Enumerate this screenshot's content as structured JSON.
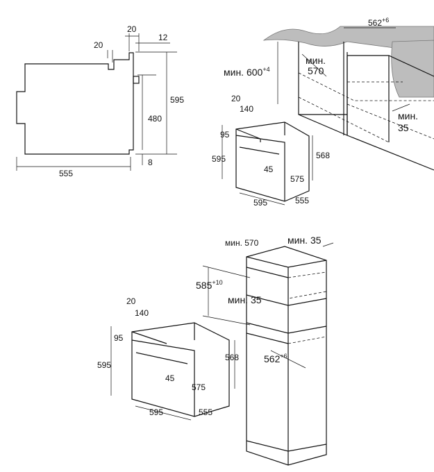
{
  "side_view": {
    "top_gap_left": "20",
    "top_gap_right": "20",
    "top_panel": "12",
    "height_total": "595",
    "height_inner": "480",
    "bottom_gap": "8",
    "depth": "555"
  },
  "under_counter": {
    "niche_width": "562",
    "niche_width_tol": "+6",
    "niche_height_label": "мин. 600",
    "niche_height_tol": "+4",
    "niche_depth_label": "мин.",
    "niche_depth": "570",
    "vent_label": "мин.",
    "vent": "35",
    "oven": {
      "d20": "20",
      "d140": "140",
      "d95": "95",
      "h595": "595",
      "d45": "45",
      "d568": "568",
      "d575": "575",
      "w595": "595",
      "d555": "555"
    }
  },
  "tall_cabinet": {
    "niche_depth": "мин. 570",
    "vent_top": "мин. 35",
    "niche_height": "585",
    "niche_height_tol": "+10",
    "vent_mid": "мин. 35",
    "niche_width": "562",
    "niche_width_tol": "+6",
    "oven": {
      "d20": "20",
      "d140": "140",
      "d95": "95",
      "h595": "595",
      "d45": "45",
      "d568": "568",
      "d575": "575",
      "w595": "595",
      "d555": "555"
    }
  }
}
